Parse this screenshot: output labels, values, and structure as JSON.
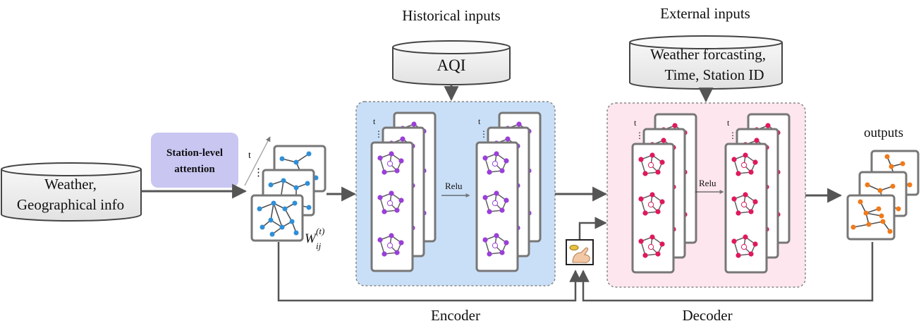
{
  "labels": {
    "historical_title": "Historical inputs",
    "external_title": "External  inputs",
    "aqi": "AQI",
    "external_line1": "Weather forcasting,",
    "external_line2": "Time, Station ID",
    "weather_line1": "Weather,",
    "weather_line2": "Geographical info",
    "attention_line1": "Station-level",
    "attention_line2": "attention",
    "weight_main": "W",
    "weight_sub": "ij",
    "weight_sup": "(t)",
    "time_t": "t",
    "ellipsis": "⋮",
    "relu_encoder": "Relu",
    "relu_decoder": "Relu",
    "outputs": "outputs",
    "encoder": "Encoder",
    "decoder": "Decoder"
  },
  "colors": {
    "encoder_panel": "#c9dff7",
    "decoder_panel": "#fde6ee",
    "attention_box": "#c9c6f2",
    "node_input": "#2f8fd8",
    "node_encoder": "#9a3fd8",
    "node_decoder": "#e0185e",
    "node_output": "#f07a1a",
    "edge": "#505050",
    "arrow": "#555555"
  },
  "icons": {
    "sampler": "coin-flip-hand-icon"
  }
}
